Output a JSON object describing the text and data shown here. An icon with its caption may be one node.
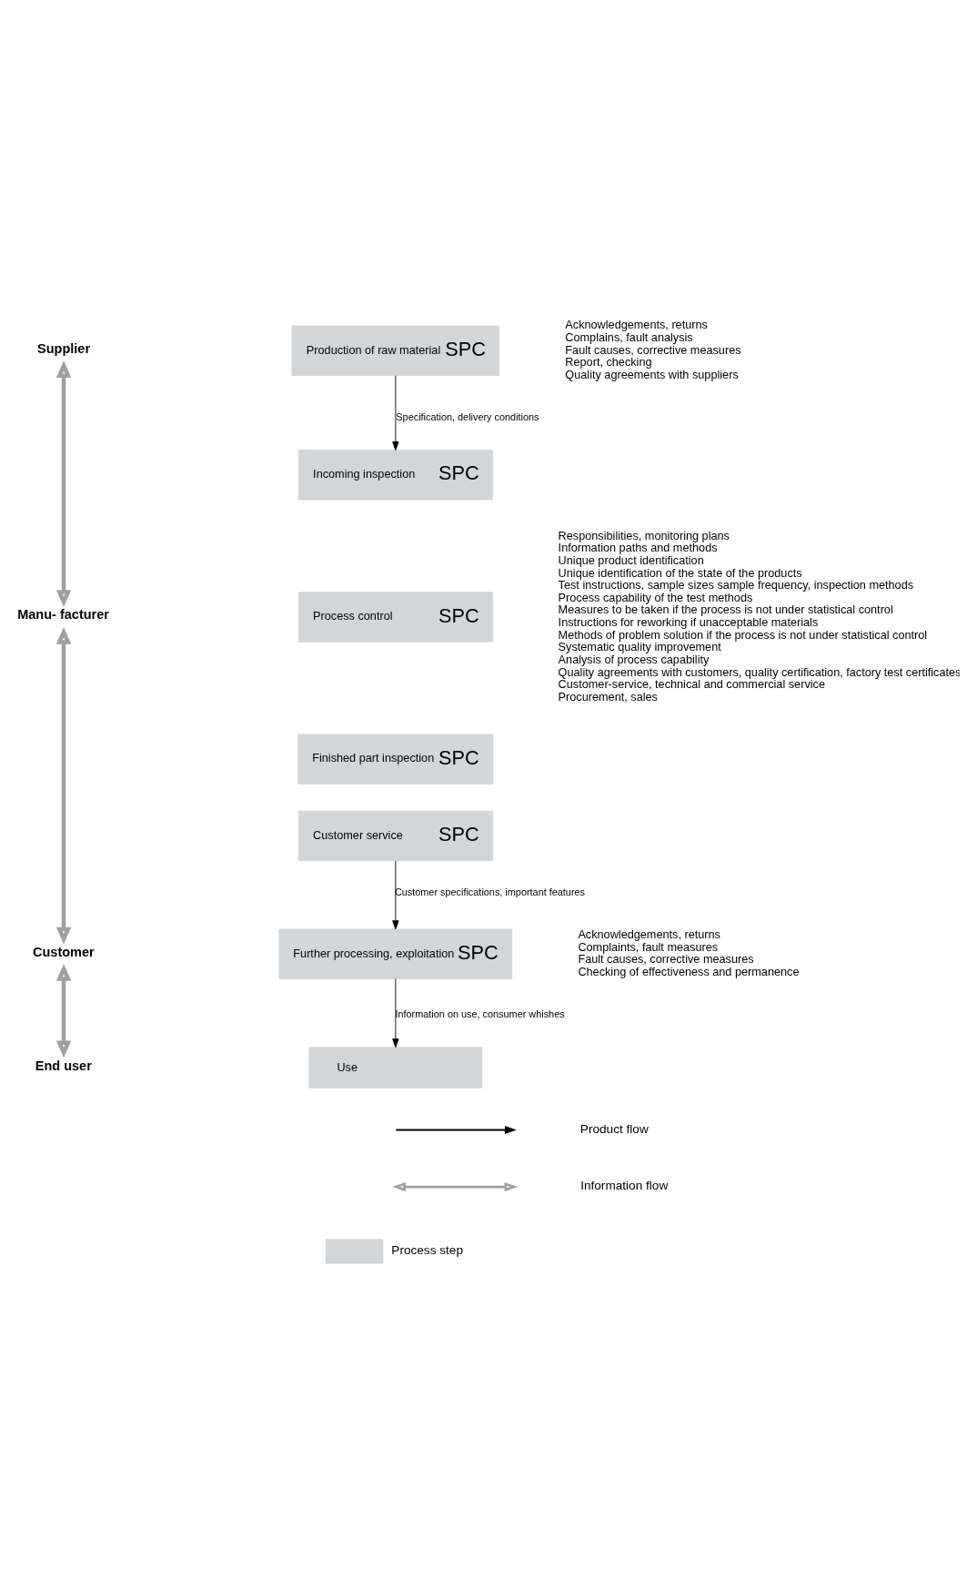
{
  "diagram": {
    "nodes": [
      {
        "text": [
          "Supplier"
        ]
      },
      {
        "text": [
          "Manu- facturer"
        ]
      },
      {
        "text": [
          "Customer"
        ]
      },
      {
        "text": [
          "End user"
        ]
      },
      {
        "text": [
          "Production of raw material",
          "SPC"
        ]
      },
      {
        "text": [
          "Incoming inspection",
          "SPC"
        ]
      },
      {
        "text": [
          "Process control",
          "SPC"
        ]
      },
      {
        "text": [
          "Finished part inspection",
          "SPC"
        ]
      },
      {
        "text": [
          "Customer service",
          "SPC"
        ]
      },
      {
        "text": [
          "Further processing, exploitation",
          "SPC"
        ]
      },
      {
        "text": [
          "Use"
        ]
      }
    ],
    "edges": [
      {
        "from": 0,
        "to": 1,
        "arrow": "both",
        "color": "#a0a0a0",
        "style": "thick"
      },
      {
        "from": 1,
        "to": 2,
        "arrow": "both",
        "color": "#a0a0a0",
        "style": "thick"
      },
      {
        "from": 2,
        "to": 3,
        "arrow": "both",
        "color": "#a0a0a0",
        "style": "thick"
      },
      {
        "from": 4,
        "to": 5,
        "arrow": "to",
        "label": "Specification, delivery conditions",
        "color": "#000000"
      },
      {
        "from": 8,
        "to": 9,
        "arrow": "to",
        "label": "Customer specifications, important features",
        "color": "#000000"
      },
      {
        "from": 9,
        "to": 10,
        "arrow": "to",
        "label": "Information on use, consumer whishes",
        "color": "#000000"
      }
    ],
    "labels": [
      "Acknowledgements, returns",
      "Complains, fault analysis",
      "Fault causes, corrective measures",
      "Report, checking",
      "Quality agreements with suppliers",
      "Responsibilities, monitoring plans",
      "Information paths and methods",
      "Unique product identification",
      "Unique identification of the state of the products",
      "Test instructions, sample sizes sample frequency, inspection methods",
      "Process capability of the test methods",
      "Measures to be taken if the process is not under statistical control",
      "Instructions for reworking if unacceptable materials",
      "Methods of problem solution if the process is not under statistical control",
      "Systematic quality improvement",
      "Analysis of process capability",
      "Quality agreements with customers, quality certification, factory test certificates",
      "Customer-service, technical and commercial service",
      "Procurement, sales",
      "Acknowledgements, returns",
      "Complaints, fault measures",
      "Fault causes, corrective measures",
      "Checking of effectiveness and permanence"
    ],
    "legend": [
      {
        "text": "Product flow"
      },
      {
        "text": "Information flow"
      },
      {
        "text": "Process step",
        "color": "#d3d6d8"
      }
    ]
  }
}
